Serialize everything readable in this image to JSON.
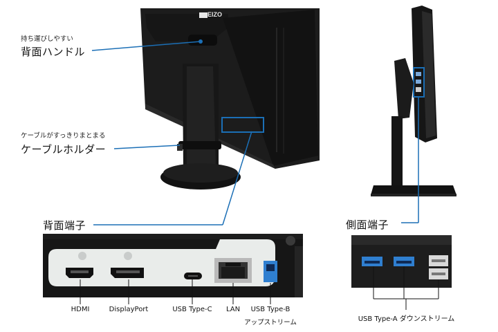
{
  "brand": "EIZO",
  "callouts": {
    "handle_sub": "持ち運びしやすい",
    "handle_title": "背面ハンドル",
    "holder_sub": "ケーブルがすっきりまとまる",
    "holder_title": "ケーブルホルダー",
    "rear_title": "背面端子",
    "side_title": "側面端子"
  },
  "rear_ports": [
    {
      "label": "HDMI"
    },
    {
      "label": "DisplayPort"
    },
    {
      "label": "USB Type-C"
    },
    {
      "label": "LAN"
    },
    {
      "label": "USB Type-B",
      "sub": "アップストリーム"
    }
  ],
  "side_ports": {
    "label": "USB Type-A ダウンストリーム"
  },
  "colors": {
    "accent": "#1b6fb6",
    "body": "#1a1a1a",
    "panel_light": "#e9ecea",
    "usb_blue": "#2f7fd0"
  }
}
